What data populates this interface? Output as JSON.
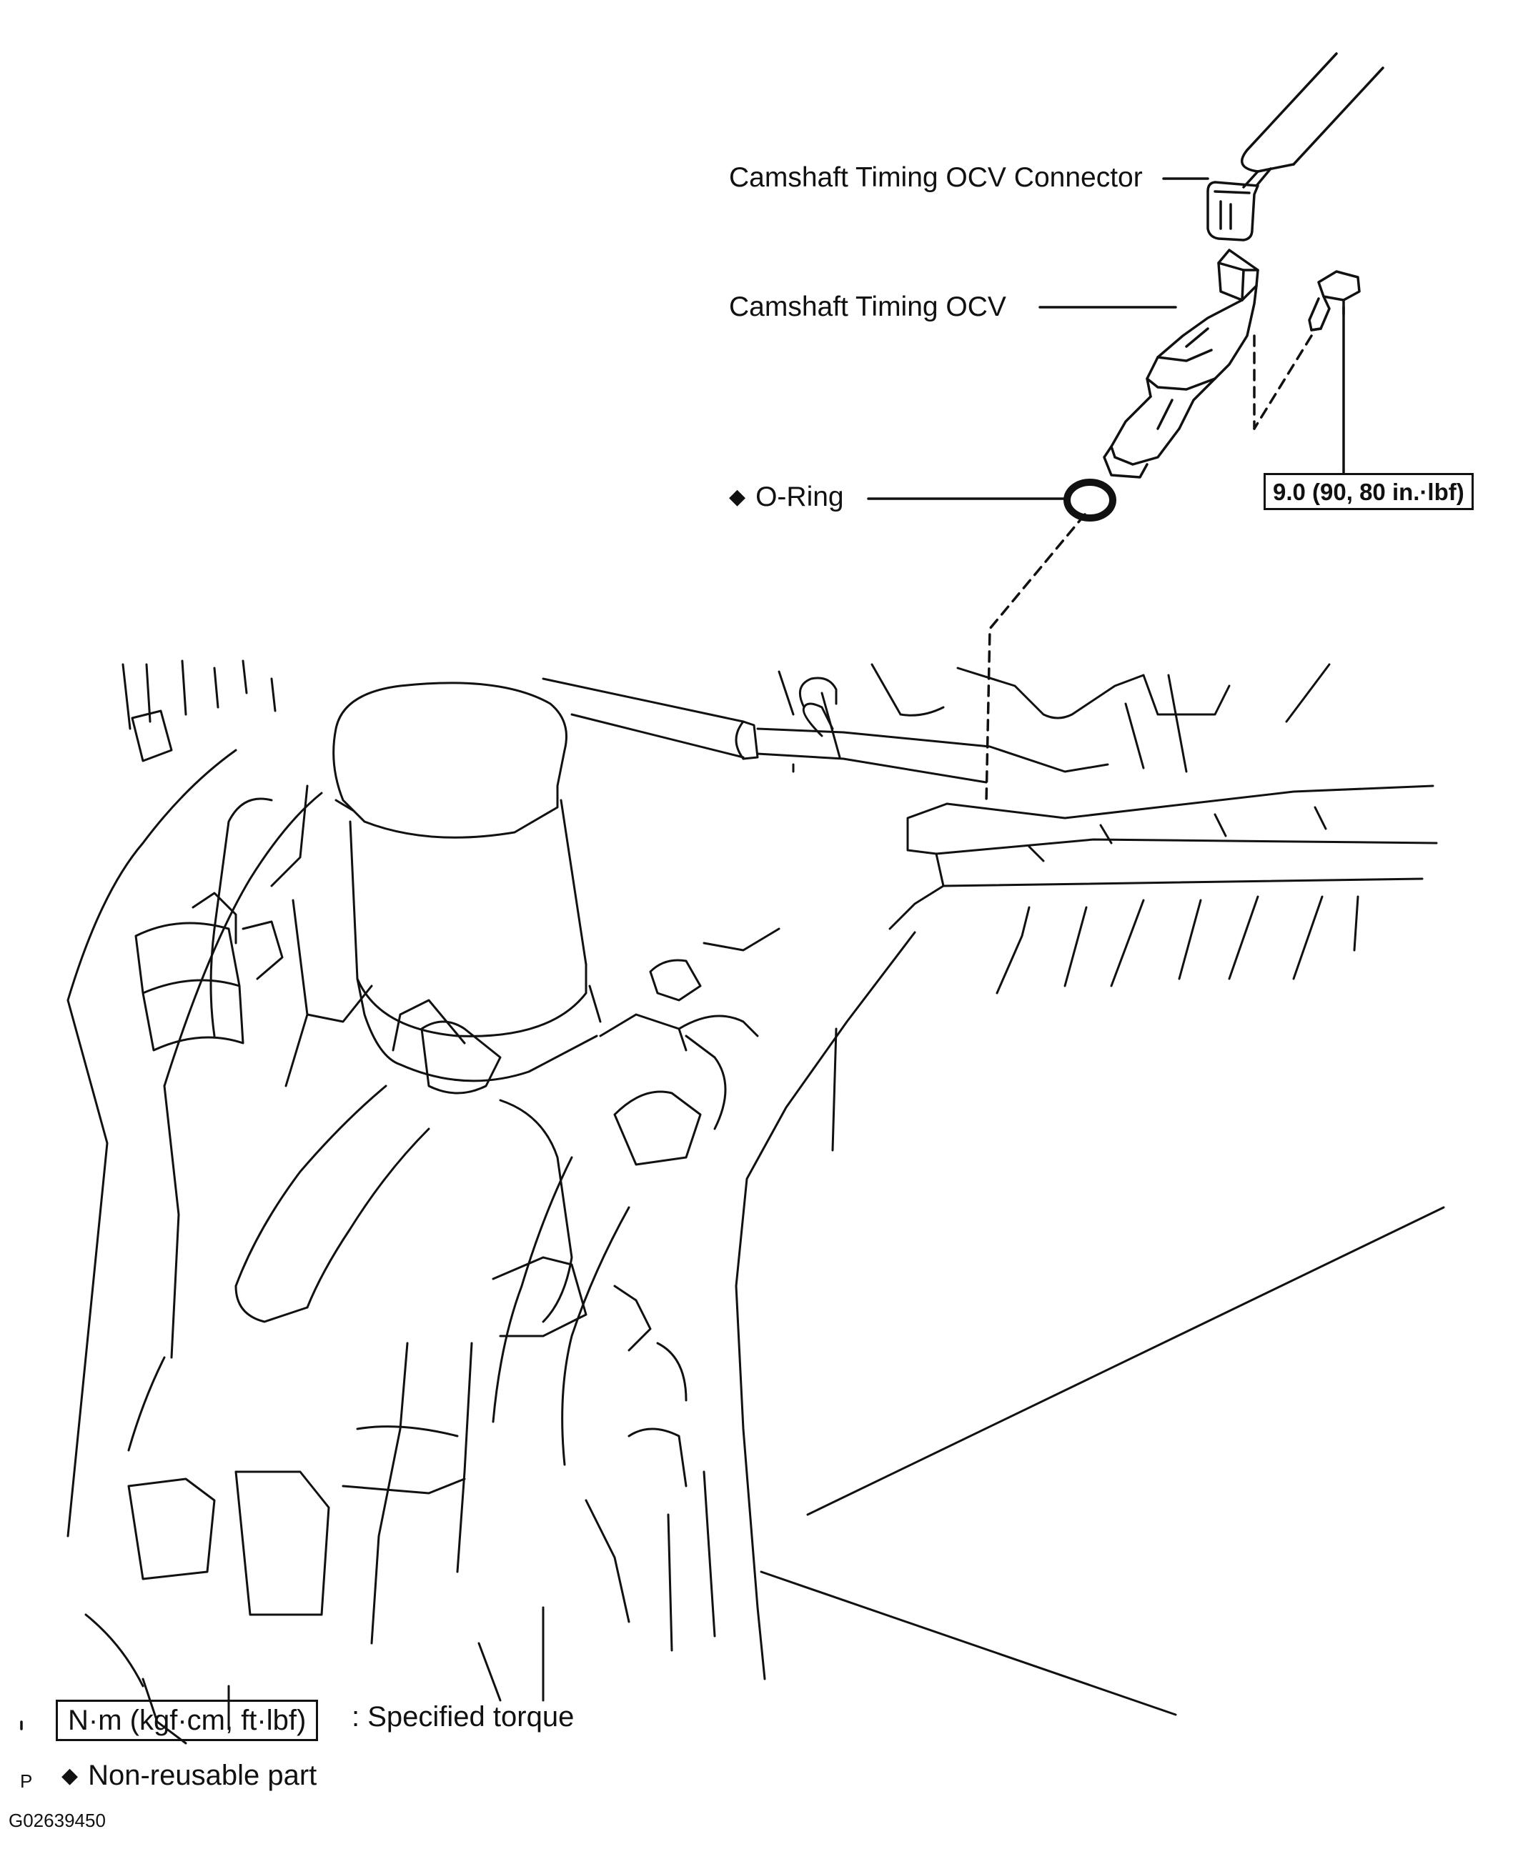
{
  "labels": {
    "connector": "Camshaft Timing OCV Connector",
    "ocv": "Camshaft Timing OCV",
    "oring": "O-Ring",
    "torque": "9.0 (90, 80 in.·lbf)"
  },
  "legend": {
    "torque_unit": "N·m (kgf·cm, ft·lbf)",
    "torque_desc": ": Specified torque",
    "nonreusable_desc": "Non-reusable part",
    "nonreusable_symbol": "◆"
  },
  "footer": {
    "page_mark": "P",
    "figure_id": "G02639450"
  }
}
